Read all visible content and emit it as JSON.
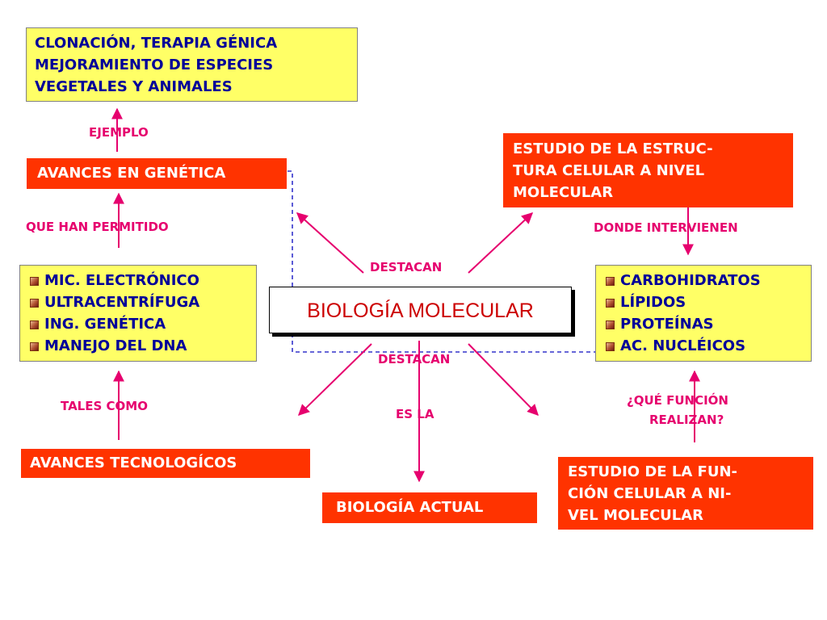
{
  "colors": {
    "arrow": "#e6006e",
    "dashed_link": "#3333cc",
    "red_box": "#ff3300",
    "yellow_box": "#ffff66",
    "yellow_text": "#000099",
    "center_text": "#cc0000"
  },
  "central": {
    "title": "BIOLOGÍA MOLECULAR"
  },
  "examples": {
    "lines": [
      "CLONACIÓN, TERAPIA GÉNICA",
      "MEJORAMIENTO DE ESPECIES",
      "VEGETALES  Y ANIMALES"
    ]
  },
  "genetics": {
    "title": "AVANCES EN GENÉTICA"
  },
  "techniques": {
    "items": [
      "MIC. ELECTRÓNICO",
      "ULTRACENTRÍFUGA",
      "ING. GENÉTICA",
      "MANEJO  DEL  DNA"
    ]
  },
  "tech_advances": {
    "title": "AVANCES  TECNOLOGÍCOS"
  },
  "structure": {
    "lines": [
      "ESTUDIO  DE  LA ESTRUC-",
      "TURA  CELULAR   A  NIVEL",
      "MOLECULAR"
    ]
  },
  "molecules": {
    "items": [
      "CARBOHIDRATOS",
      "LÍPIDOS",
      "PROTEÍNAS",
      "AC. NUCLÉICOS"
    ]
  },
  "function": {
    "lines": [
      "ESTUDIO DE   LA  FUN-",
      "CIÓN  CELULAR  A  NI-",
      "VEL MOLECULAR"
    ]
  },
  "current": {
    "title": "BIOLOGÍA ACTUAL"
  },
  "labels": {
    "ejemplo": "EJEMPLO",
    "que_han_permitido": "QUE  HAN PERMITIDO",
    "tales_como": "TALES COMO",
    "destacan_top": "DESTACAN",
    "destacan_bottom": "DESTACAN",
    "es_la": "ES LA",
    "donde_intervienen": "DONDE INTERVIENEN",
    "que_funcion_1": "¿QUÉ FUNCIÓN",
    "que_funcion_2": "REALIZAN?"
  }
}
